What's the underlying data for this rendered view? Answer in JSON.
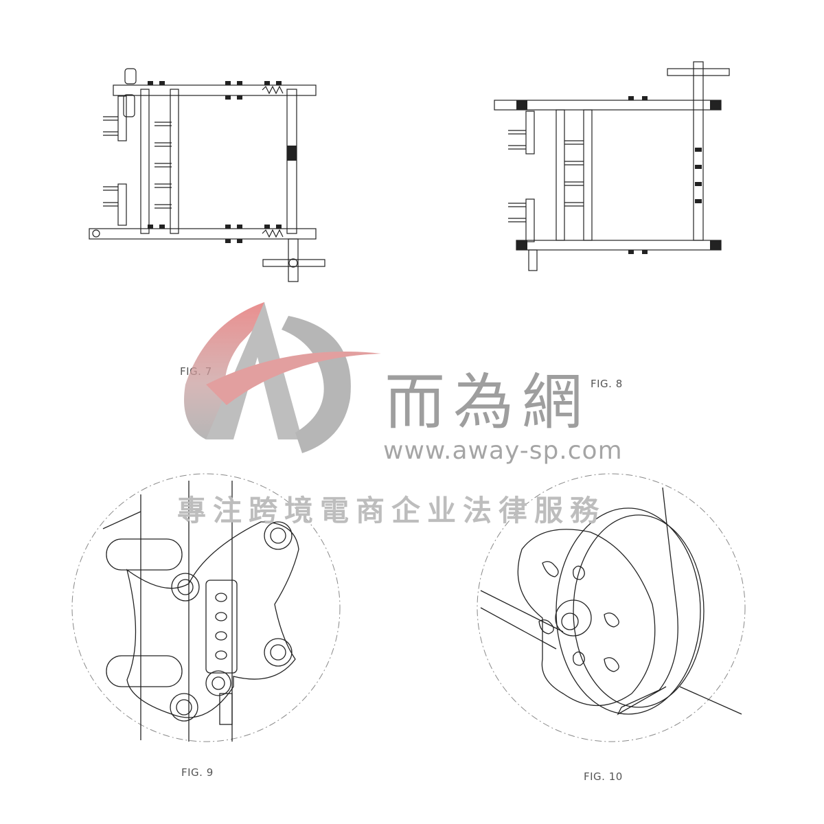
{
  "figures": {
    "fig7": {
      "label": "FIG. 7"
    },
    "fig8": {
      "label": "FIG. 8"
    },
    "fig9": {
      "label": "FIG. 9"
    },
    "fig10": {
      "label": "FIG. 10"
    }
  },
  "watermark": {
    "brand": "而為網",
    "url": "www.away-sp.com",
    "slogan": "專注跨境電商企业法律服務",
    "colors": {
      "gray": "#9e9e9e",
      "red": "#e36a6a"
    }
  }
}
